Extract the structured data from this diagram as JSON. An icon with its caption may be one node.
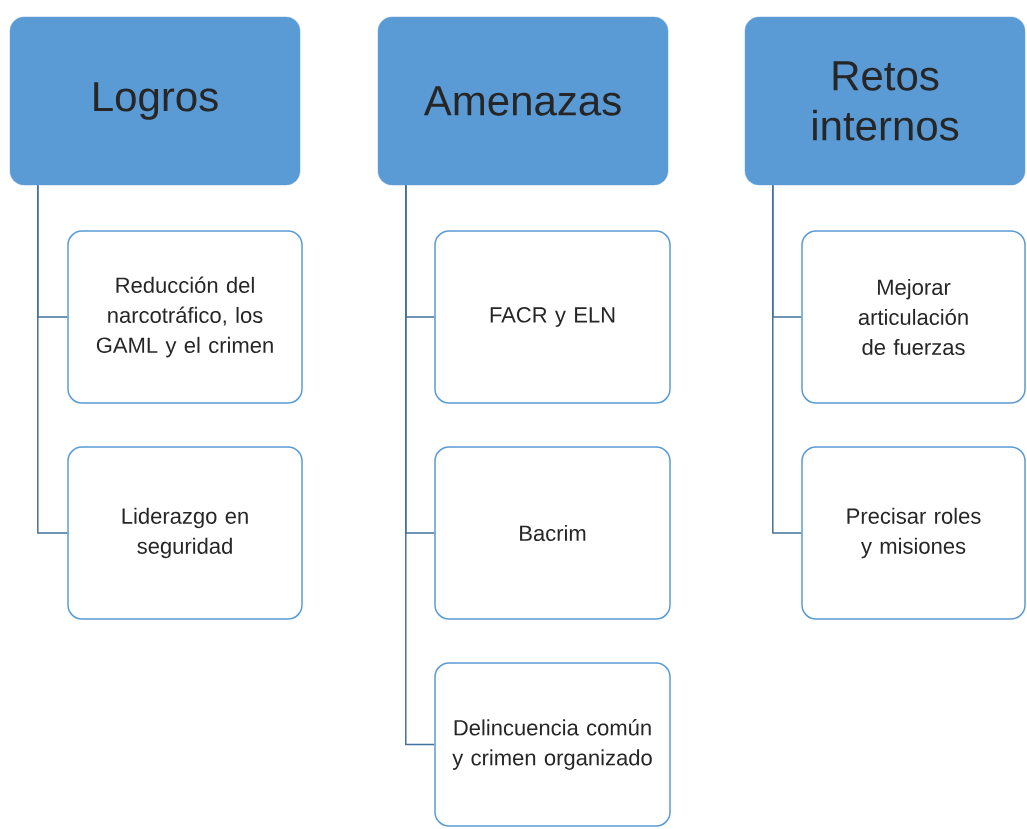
{
  "diagram": {
    "nodes": [
      {
        "text": [
          "Logros"
        ]
      },
      {
        "text": [
          "Reducción del narcotráfico, los GAML y el crimen"
        ]
      },
      {
        "text": [
          "Liderazgo en seguridad"
        ]
      },
      {
        "text": [
          "Amenazas"
        ]
      },
      {
        "text": [
          "FACR y ELN"
        ]
      },
      {
        "text": [
          "Bacrim"
        ]
      },
      {
        "text": [
          "Delincuencia común y crimen organizado"
        ]
      },
      {
        "text": [
          "Retos internos"
        ]
      },
      {
        "text": [
          "Mejorar articulación de fuerzas"
        ]
      },
      {
        "text": [
          "Precisar roles y misiones"
        ]
      }
    ],
    "edges": [
      {
        "from": 0,
        "to": 1,
        "arrow": "none"
      },
      {
        "from": 0,
        "to": 2,
        "arrow": "none"
      },
      {
        "from": 3,
        "to": 4,
        "arrow": "none"
      },
      {
        "from": 3,
        "to": 5,
        "arrow": "none"
      },
      {
        "from": 3,
        "to": 6,
        "arrow": "none"
      },
      {
        "from": 7,
        "to": 8,
        "arrow": "none"
      },
      {
        "from": 7,
        "to": 9,
        "arrow": "none"
      }
    ]
  }
}
